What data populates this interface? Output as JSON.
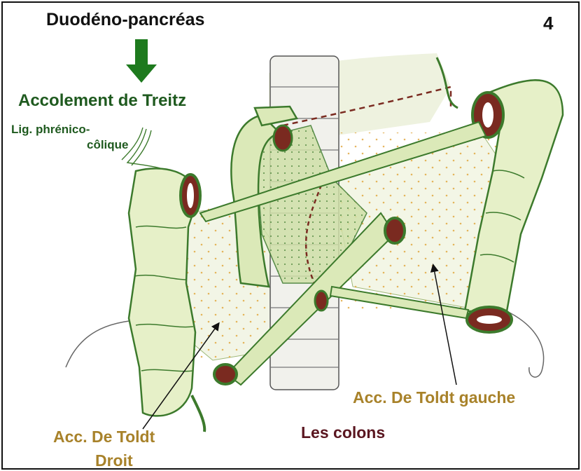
{
  "figure_number": "4",
  "title": "Duodéno-pancréas",
  "labels": {
    "treitz": "Accolement de Treitz",
    "ligament_line1": "Lig. phrénico-",
    "ligament_line2": "côlique",
    "toldt_left": "Acc. De Toldt gauche",
    "colons": "Les colons",
    "toldt_right_line1": "Acc. De Toldt",
    "toldt_right_line2": "Droit"
  },
  "colors": {
    "dark_green_text": "#1f5a1f",
    "ochre_text": "#a8822a",
    "maroon_text": "#5a1620",
    "arrow_green": "#1e7a1e",
    "organ_fill": "#e6f0c8",
    "organ_outline": "#3c7a2c",
    "lumen": "#7a2a20",
    "spine": "#f1f1ec"
  }
}
